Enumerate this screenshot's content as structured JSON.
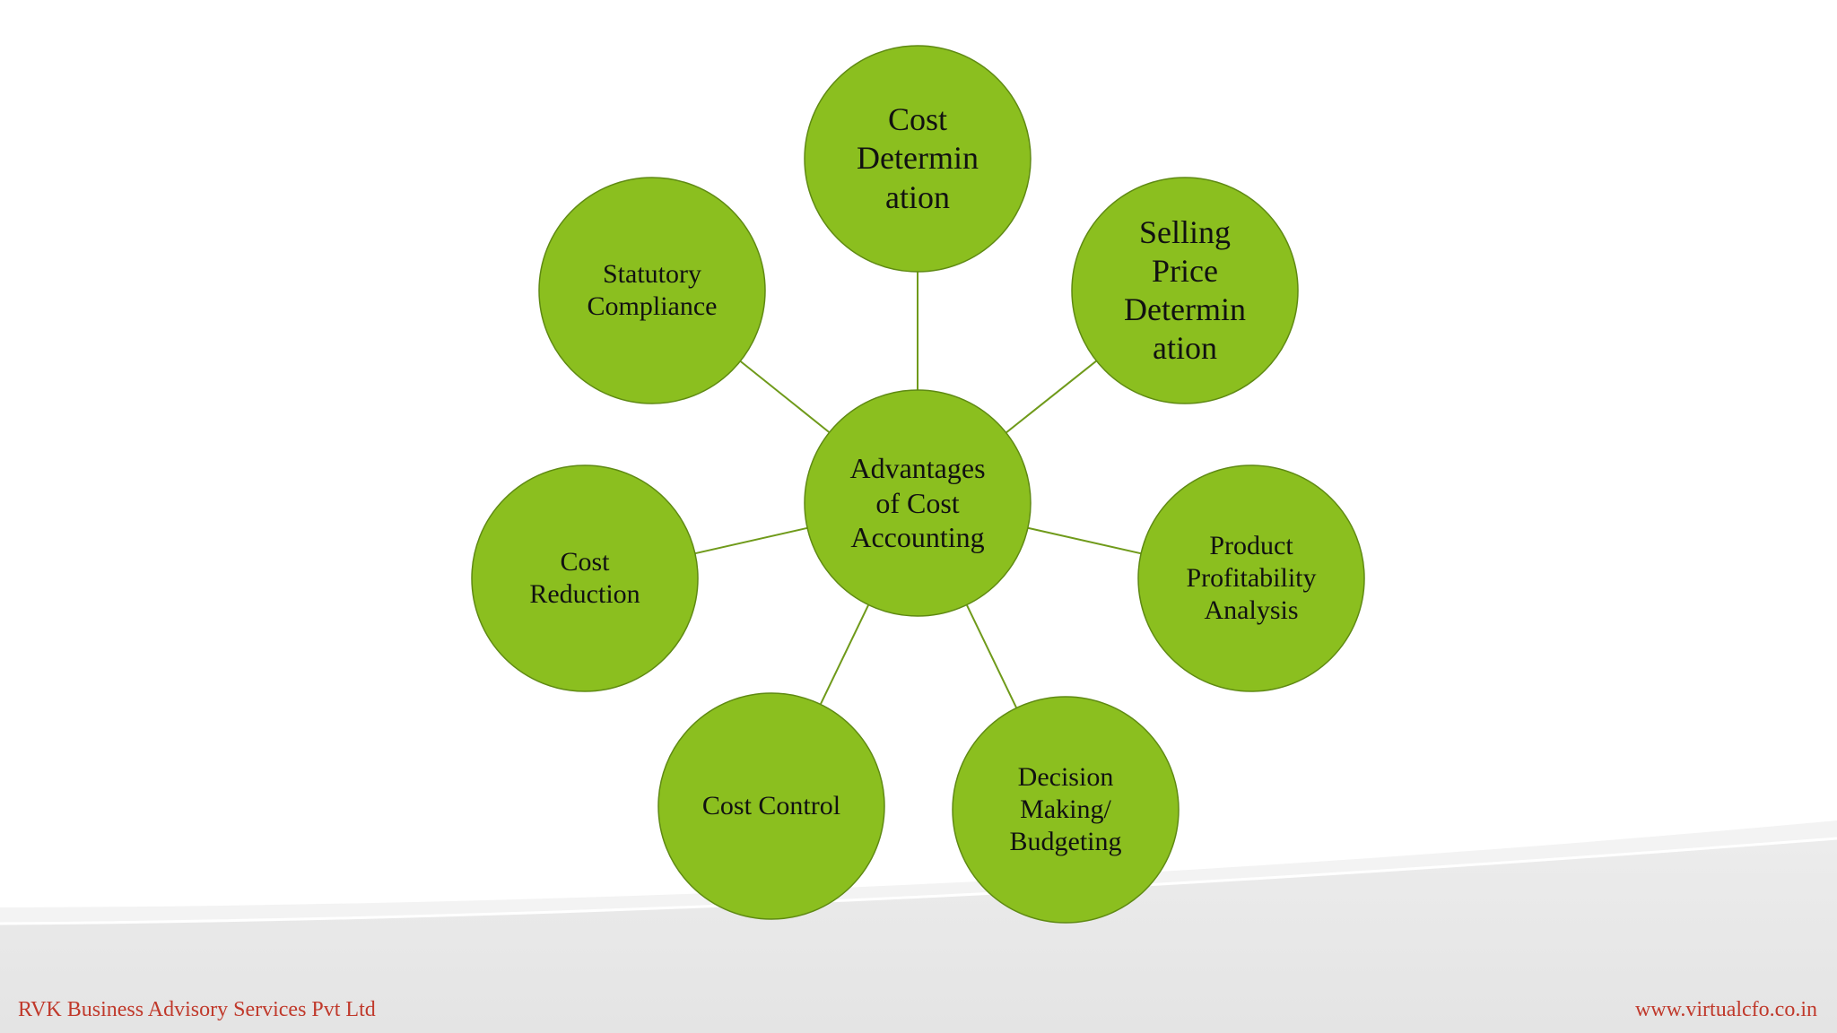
{
  "diagram": {
    "center": {
      "label": "Advantages\nof Cost\nAccounting"
    },
    "nodes": [
      {
        "id": "cost-determination",
        "label": "Cost\nDetermin\nation"
      },
      {
        "id": "selling-price-determination",
        "label": "Selling\nPrice\nDetermin\nation"
      },
      {
        "id": "product-profitability-analysis",
        "label": "Product\nProfitability\nAnalysis"
      },
      {
        "id": "decision-making-budgeting",
        "label": "Decision\nMaking/\nBudgeting"
      },
      {
        "id": "cost-control",
        "label": "Cost Control"
      },
      {
        "id": "cost-reduction",
        "label": "Cost\nReduction"
      },
      {
        "id": "statutory-compliance",
        "label": "Statutory\nCompliance"
      }
    ]
  },
  "footer": {
    "company": "RVK Business Advisory Services Pvt Ltd",
    "website": "www.virtualcfo.co.in"
  },
  "colors": {
    "node_fill": "#8bbf1f",
    "node_stroke": "#5f8a13",
    "connector": "#6f9a1a",
    "footer_text": "#c0392b"
  }
}
